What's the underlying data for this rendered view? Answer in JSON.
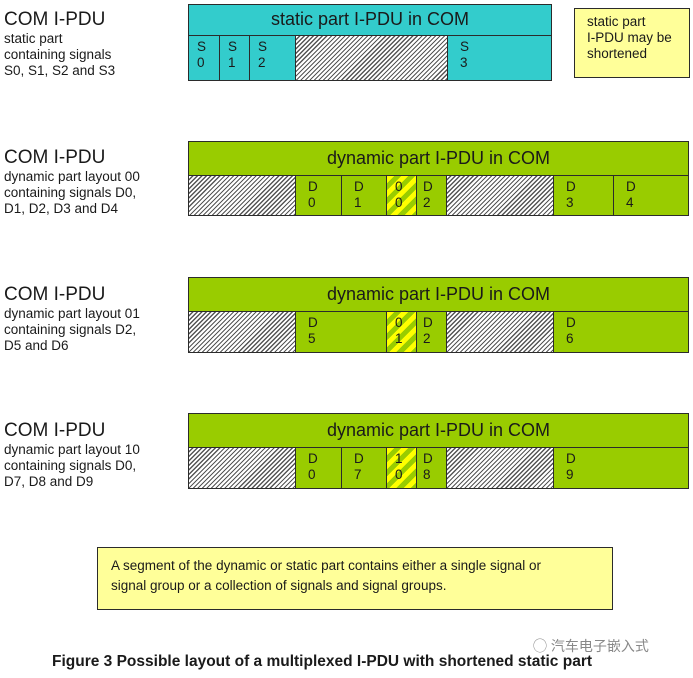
{
  "colors": {
    "static_fill": "#33cccc",
    "dynamic_fill": "#99cc00",
    "selector_stripe": "#ffff00",
    "note_fill": "#ffff99",
    "border": "#2b2b2b"
  },
  "static_row": {
    "label_title": "COM I-PDU",
    "label_lines": [
      "static part",
      "containing signals",
      "S0, S1, S2 and S3"
    ],
    "header": "static part I-PDU in COM",
    "cells": [
      {
        "type": "signal",
        "line1": "S",
        "line2": "0"
      },
      {
        "type": "signal",
        "line1": "S",
        "line2": "1"
      },
      {
        "type": "signal",
        "line1": "S",
        "line2": "2"
      },
      {
        "type": "unused"
      },
      {
        "type": "signal",
        "line1": "S",
        "line2": "3"
      }
    ],
    "note": [
      "static part",
      "I-PDU may be",
      "shortened"
    ]
  },
  "dynamic_rows": [
    {
      "label_title": "COM I-PDU",
      "label_lines": [
        "dynamic part layout 00",
        "containing signals D0,",
        "D1, D2, D3 and D4"
      ],
      "header": "dynamic part I-PDU in COM",
      "cells": [
        {
          "type": "unused"
        },
        {
          "type": "signal",
          "line1": "D",
          "line2": "0"
        },
        {
          "type": "signal",
          "line1": "D",
          "line2": "1"
        },
        {
          "type": "selector",
          "line1": "0",
          "line2": "0"
        },
        {
          "type": "signal",
          "line1": "D",
          "line2": "2"
        },
        {
          "type": "unused"
        },
        {
          "type": "signal",
          "line1": "D",
          "line2": "3"
        },
        {
          "type": "signal",
          "line1": "D",
          "line2": "4"
        }
      ]
    },
    {
      "label_title": "COM I-PDU",
      "label_lines": [
        "dynamic part layout 01",
        "containing signals D2,",
        "D5 and D6"
      ],
      "header": "dynamic part I-PDU in COM",
      "cells": [
        {
          "type": "unused"
        },
        {
          "type": "signal",
          "line1": "D",
          "line2": "5"
        },
        {
          "type": "selector",
          "line1": "0",
          "line2": "1"
        },
        {
          "type": "signal",
          "line1": "D",
          "line2": "2"
        },
        {
          "type": "unused"
        },
        {
          "type": "signal",
          "line1": "D",
          "line2": "6"
        }
      ]
    },
    {
      "label_title": "COM I-PDU",
      "label_lines": [
        "dynamic part layout 10",
        "containing signals D0,",
        "D7, D8 and D9"
      ],
      "header": "dynamic part I-PDU in COM",
      "cells": [
        {
          "type": "unused"
        },
        {
          "type": "signal",
          "line1": "D",
          "line2": "0"
        },
        {
          "type": "signal",
          "line1": "D",
          "line2": "7"
        },
        {
          "type": "selector",
          "line1": "1",
          "line2": "0"
        },
        {
          "type": "signal",
          "line1": "D",
          "line2": "8"
        },
        {
          "type": "unused"
        },
        {
          "type": "signal",
          "line1": "D",
          "line2": "9"
        }
      ]
    }
  ],
  "bottom_note": [
    "A segment of the dynamic or static part contains either a single signal or",
    "signal group or a collection of signals and signal groups."
  ],
  "watermark": "汽车电子嵌入式",
  "caption": "Figure 3 Possible layout of a multiplexed I-PDU with shortened static part"
}
